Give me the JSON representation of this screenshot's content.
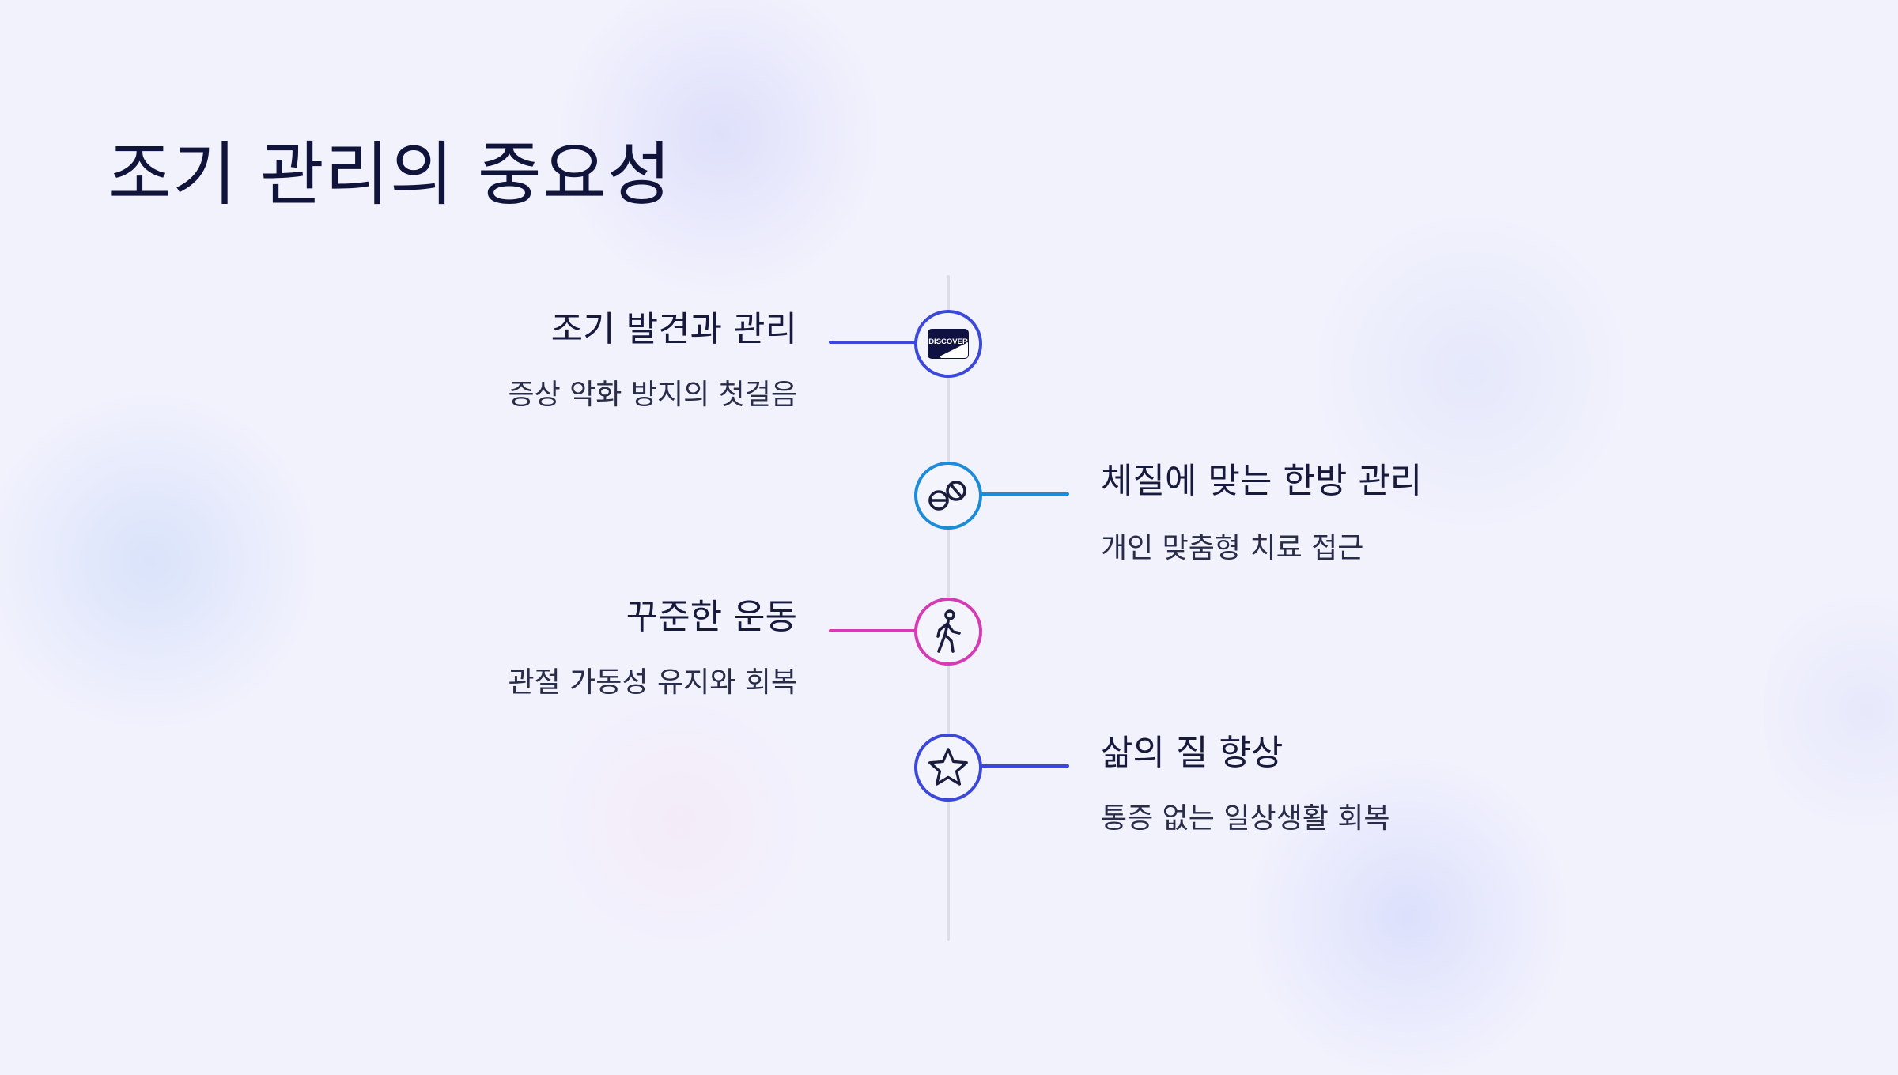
{
  "title": "조기 관리의 중요성",
  "timeline": [
    {
      "side": "left",
      "title": "조기 발견과 관리",
      "description": "증상 악화 방지의 첫걸음",
      "icon": "discover-card-icon",
      "icon_text": "DISCOVER",
      "accent": "#3b48d8"
    },
    {
      "side": "right",
      "title": "체질에 맞는 한방 관리",
      "description": "개인 맞춤형 치료 접근",
      "icon": "pills-icon",
      "accent": "#1c8cd8"
    },
    {
      "side": "left",
      "title": "꾸준한 운동",
      "description": "관절 가동성 유지와 회복",
      "icon": "walking-person-icon",
      "accent": "#d43cb6"
    },
    {
      "side": "right",
      "title": "삶의 질 향상",
      "description": "통증 없는 일상생활 회복",
      "icon": "star-icon",
      "accent": "#3b48d8"
    }
  ]
}
